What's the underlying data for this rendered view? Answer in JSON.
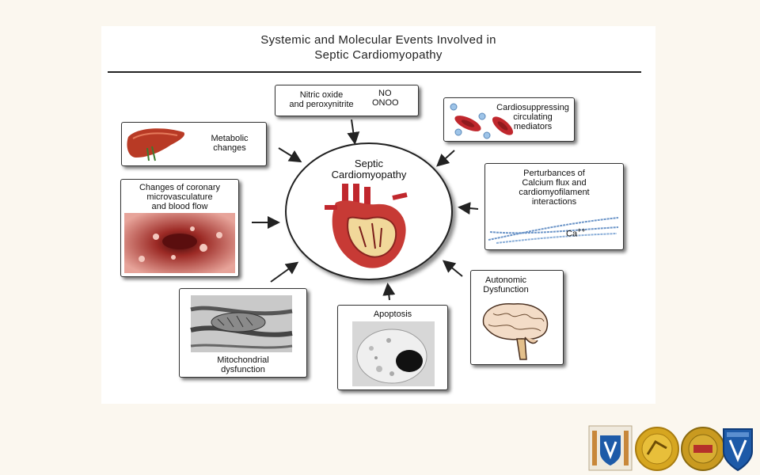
{
  "title_line1": "Systemic and Molecular Events Involved in",
  "title_line2": "Septic Cardiomyopathy",
  "center": {
    "line1": "Septic",
    "line2": "Cardiomyopathy"
  },
  "nitric": {
    "l1": "Nitric oxide",
    "l2": "and peroxynitrite",
    "r1": "NO",
    "r2": "ONOO"
  },
  "cardiosuppressing": {
    "l1": "Cardiosuppressing",
    "l2": "circulating",
    "l3": "mediators"
  },
  "metabolic": {
    "l1": "Metabolic",
    "l2": "changes"
  },
  "coronary": {
    "l1": "Changes of coronary",
    "l2": "microvasculature",
    "l3": "and blood flow"
  },
  "calcium": {
    "l1": "Perturbances of",
    "l2": "Calcium flux and",
    "l3": "cardiomyofilament",
    "l4": "interactions",
    "ca": "Ca",
    "sup": "++"
  },
  "autonomic": {
    "l1": "Autonomic",
    "l2": "Dysfunction"
  },
  "apoptosis": {
    "l1": "Apoptosis"
  },
  "mito": {
    "l1": "Mitochondrial",
    "l2": "dysfunction"
  },
  "colors": {
    "liver": "#b83a25",
    "blood": "#c0272d",
    "vessel": "#c8504a",
    "fiber": "#6c95c8",
    "logo_gold": "#d6a620",
    "logo_blue": "#1d5aa8"
  }
}
